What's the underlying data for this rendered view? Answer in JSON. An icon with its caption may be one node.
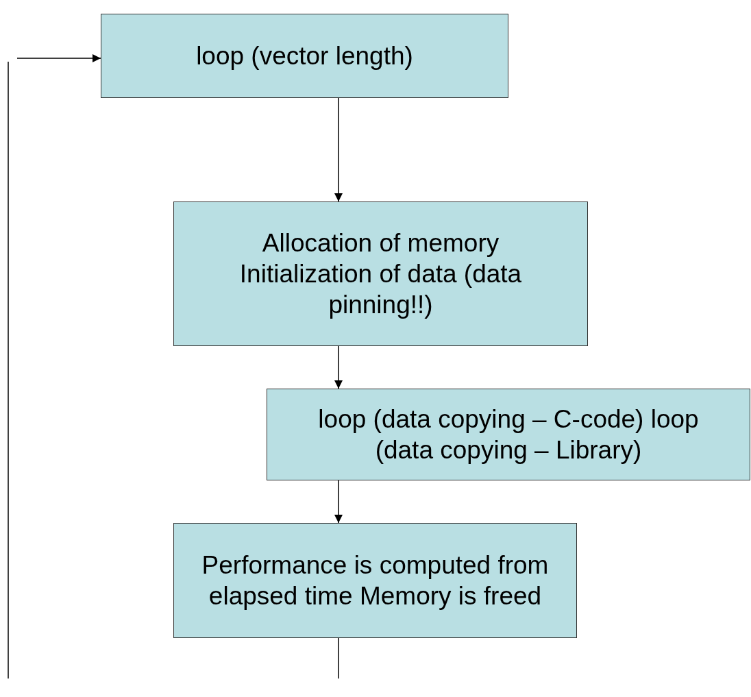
{
  "diagram": {
    "nodes": [
      {
        "text": [
          "loop (vector length)"
        ]
      },
      {
        "text": [
          "Allocation of memory Initialization of data (data pinning!!)"
        ]
      },
      {
        "text": [
          "loop (data copying – C-code) loop (data copying – Library)"
        ]
      },
      {
        "text": [
          "Performance is computed from elapsed time Memory is freed"
        ]
      }
    ],
    "edges": [
      {
        "from": 0,
        "to": 1,
        "arrow": "to"
      },
      {
        "from": 1,
        "to": 2,
        "arrow": "to"
      },
      {
        "from": 2,
        "to": 3,
        "arrow": "to"
      },
      {
        "from": 3,
        "to": null,
        "arrow": "none"
      },
      {
        "from": null,
        "to": 0,
        "arrow": "to"
      }
    ]
  }
}
